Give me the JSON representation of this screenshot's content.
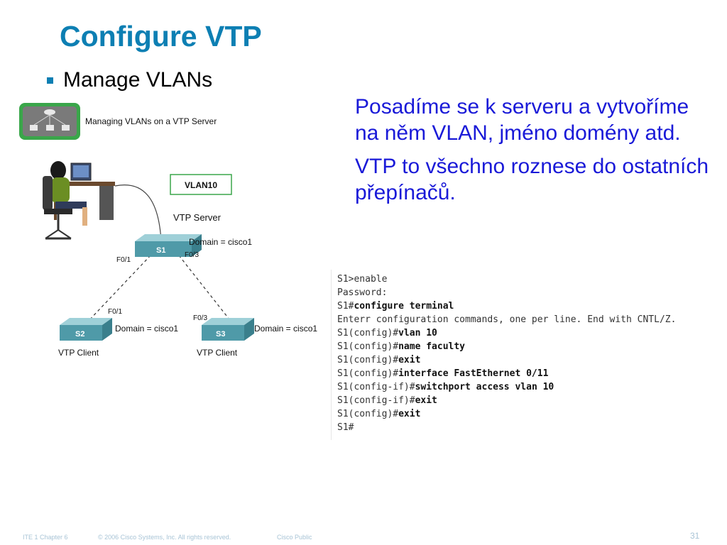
{
  "slide": {
    "title": "Configure VTP",
    "bullet": "Manage VLANs",
    "paragraphs": [
      "Posadíme se k serveru a vytvoříme na něm VLAN, jméno domény atd.",
      "VTP to všechno roznese do ostatních přepínačů."
    ]
  },
  "diagram": {
    "caption": "Managing VLANs on a VTP Server",
    "vlan_box": "VLAN10",
    "server_label": "VTP Server",
    "s1": {
      "name": "S1",
      "domain": "Domain = cisco1",
      "port_left": "F0/1",
      "port_right": "F0/3"
    },
    "s2": {
      "name": "S2",
      "domain": "Domain = cisco1",
      "port": "F0/1",
      "role": "VTP Client"
    },
    "s3": {
      "name": "S3",
      "domain": "Domain = cisco1",
      "port": "F0/3",
      "role": "VTP Client"
    }
  },
  "cli": [
    {
      "prompt": "S1>enable",
      "cmd": ""
    },
    {
      "prompt": "Password:",
      "cmd": ""
    },
    {
      "prompt": "S1#",
      "cmd": "configure terminal"
    },
    {
      "prompt": "Enterr configuration commands, one per line. End with CNTL/Z.",
      "cmd": ""
    },
    {
      "prompt": "S1(config)#",
      "cmd": "vlan 10"
    },
    {
      "prompt": "S1(config)#",
      "cmd": "name faculty"
    },
    {
      "prompt": "S1(config)#",
      "cmd": "exit"
    },
    {
      "prompt": "S1(config)#",
      "cmd": "interface FastEthernet 0/11"
    },
    {
      "prompt": "S1(config-if)#",
      "cmd": "switchport access vlan 10"
    },
    {
      "prompt": "S1(config-if)#",
      "cmd": "exit"
    },
    {
      "prompt": "S1(config)#",
      "cmd": "exit"
    },
    {
      "prompt": "S1#",
      "cmd": ""
    }
  ],
  "footer": {
    "chapter": "ITE 1 Chapter 6",
    "copyright": "© 2006 Cisco Systems, Inc. All rights reserved.",
    "classification": "Cisco Public",
    "page": "31"
  },
  "colors": {
    "title": "#0d7fb3",
    "body_text": "#1a1ad8",
    "switch": "#4f9aa8",
    "badge": "#3aa64a"
  }
}
